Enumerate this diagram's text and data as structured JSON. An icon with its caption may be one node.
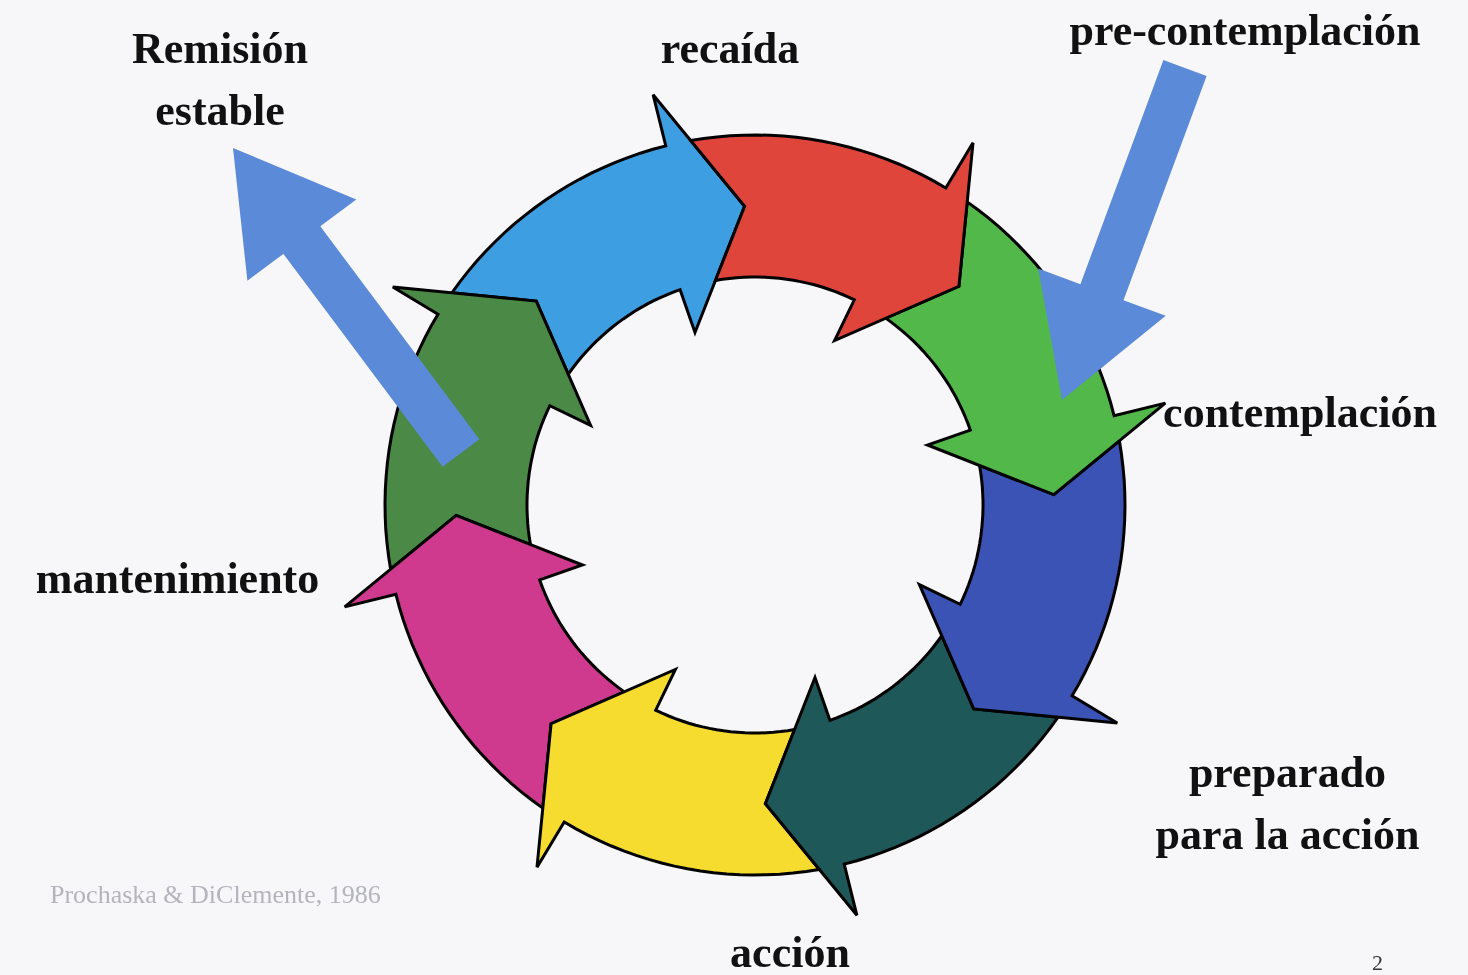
{
  "diagram": {
    "nodes": [
      {
        "text": [
          "Remisión estable"
        ]
      },
      {
        "text": [
          "recaída"
        ]
      },
      {
        "text": [
          "pre-contemplación"
        ]
      },
      {
        "text": [
          "contemplación"
        ]
      },
      {
        "text": [
          "mantenimiento"
        ]
      },
      {
        "text": [
          "preparado para la acción"
        ]
      },
      {
        "text": [
          "acción"
        ]
      },
      {
        "text": [],
        "shape": "arrow"
      },
      {
        "text": [],
        "shape": "arrow"
      },
      {
        "text": [],
        "shape": "arrow"
      },
      {
        "text": [],
        "shape": "arrow"
      },
      {
        "text": [],
        "shape": "arrow"
      },
      {
        "text": [],
        "shape": "arrow"
      },
      {
        "text": [],
        "shape": "arrow"
      },
      {
        "text": [],
        "shape": "arrow"
      }
    ],
    "edges": [
      {
        "from": 2,
        "to": 8,
        "arrow": "to"
      },
      {
        "from": 13,
        "to": 0,
        "arrow": "to"
      }
    ],
    "labels": [
      "Prochaska & DiClemente, 1986",
      "2"
    ]
  }
}
